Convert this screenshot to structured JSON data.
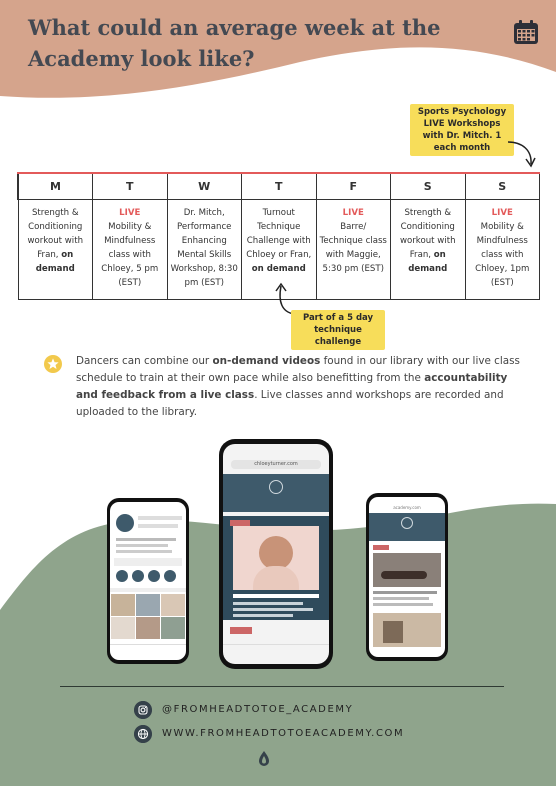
{
  "header": {
    "title": "What could an average week at the Academy look like?",
    "bg_color": "#d5a48c"
  },
  "callouts": {
    "top": "Sports Psychology LIVE Workshops with Dr. Mitch. 1 each month",
    "bottom": "Part of a 5 day technique challenge"
  },
  "schedule": {
    "days": [
      "M",
      "T",
      "W",
      "T",
      "F",
      "S",
      "S"
    ],
    "cells": [
      {
        "live": "",
        "text": "Strength & Conditioning workout with Fran, ",
        "bold": "on demand"
      },
      {
        "live": "LIVE",
        "text": "Mobility & Mindfulness class with Chloey, 5 pm (EST)",
        "bold": ""
      },
      {
        "live": "",
        "text": "Dr. Mitch, Performance Enhancing Mental Skills Workshop, 8:30 pm (EST)",
        "bold": ""
      },
      {
        "live": "",
        "text": "Turnout Technique Challenge with Chloey or Fran, ",
        "bold": "on demand"
      },
      {
        "live": "LIVE",
        "text": "Barre/ Technique class with Maggie, 5:30 pm (EST)",
        "bold": ""
      },
      {
        "live": "",
        "text": "Strength & Conditioning workout with Fran, ",
        "bold": "on demand"
      },
      {
        "live": "LIVE",
        "text": "Mobility & Mindfulness class with Chloey, 1pm (EST)",
        "bold": ""
      }
    ],
    "live_color": "#e35a5a"
  },
  "info": {
    "part1": "Dancers can combine our ",
    "bold1": "on-demand videos",
    "part2": " found in our library with our live class schedule to train at their own pace while also benefitting from the ",
    "bold2": "accountability and feedback from a live class",
    "part3": ". Live classes annd workshops are recorded and uploaded to the library."
  },
  "phones": {
    "center_url": "chloeyturner.com",
    "right_url": "academy.com"
  },
  "footer": {
    "instagram": "@FROMHEADTOTOE_ACADEMY",
    "website": "WWW.FROMHEADTOTOEACADEMY.COM",
    "bg_color": "#8fa48c"
  }
}
